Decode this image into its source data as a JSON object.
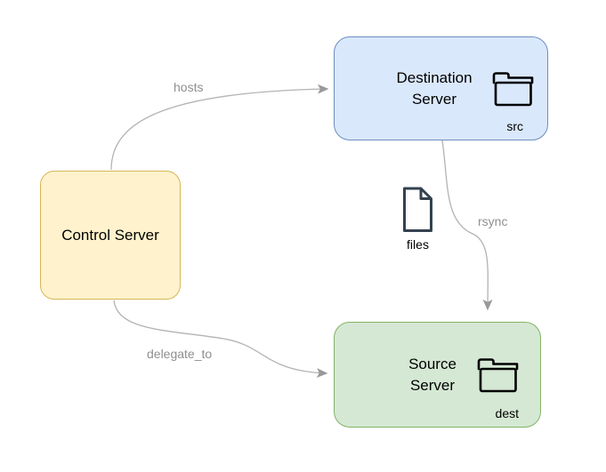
{
  "canvas": {
    "background": "#ffffff"
  },
  "nodes": {
    "control": {
      "label": "Control Server",
      "fill": "#FFF2CC",
      "stroke": "#D6B656"
    },
    "destination": {
      "label": "Destination Server",
      "badge": "src",
      "icon": "folder-icon",
      "fill": "#DAE8FC",
      "stroke": "#6C8EBF"
    },
    "source": {
      "label": "Source Server",
      "badge": "dest",
      "icon": "folder-icon",
      "fill": "#D5E8D4",
      "stroke": "#82B366"
    }
  },
  "edges": {
    "hosts": {
      "label": "hosts",
      "from": "control",
      "to": "destination"
    },
    "delegate_to": {
      "label": "delegate_to",
      "from": "control",
      "to": "source"
    },
    "rsync": {
      "label": "rsync",
      "from": "destination",
      "to": "source"
    }
  },
  "artifact": {
    "label": "files",
    "icon": "document-icon"
  },
  "palette": {
    "edge_stroke": "#b3b3b3",
    "arrowhead": "#999999",
    "edge_label": "#8f8f8f",
    "node_text": "#000000",
    "folder_icon_stroke": "#000000",
    "document_icon_stroke": "#33424f"
  }
}
